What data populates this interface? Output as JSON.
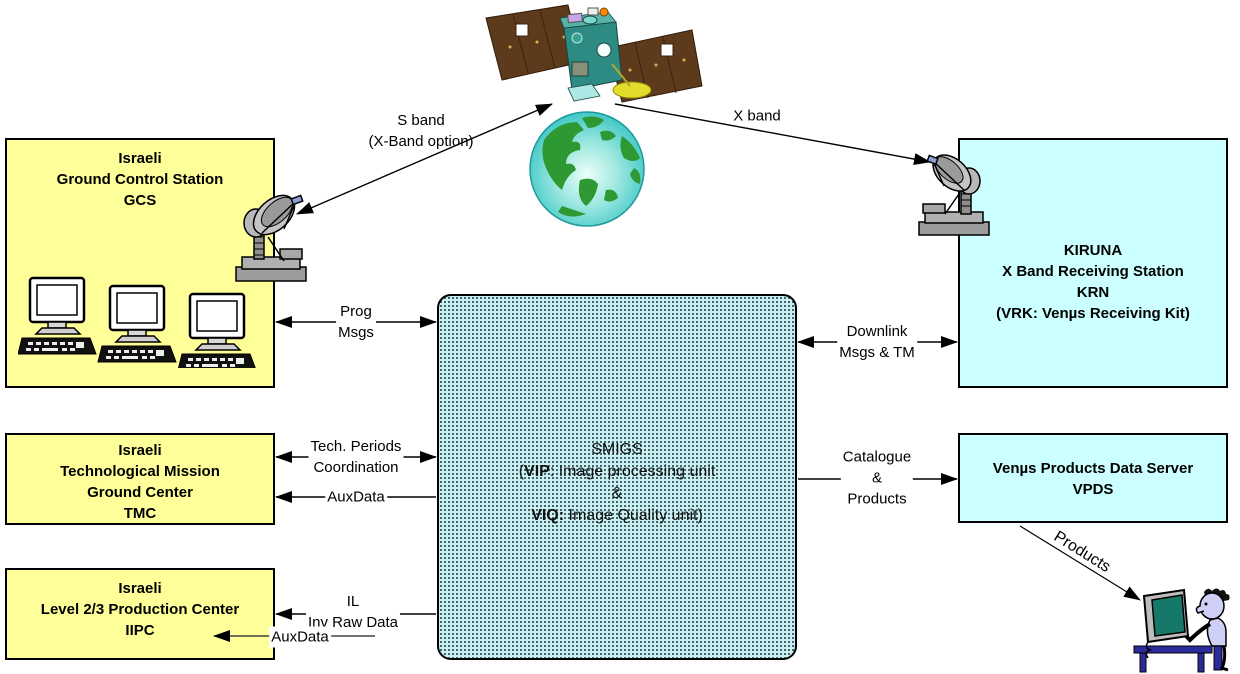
{
  "diagram_title": "Venµs ground segment data flow diagram",
  "boxes": {
    "gcs": {
      "lines": [
        "Israeli",
        "Ground Control Station",
        "GCS"
      ]
    },
    "tmc": {
      "lines": [
        "Israeli",
        "Technological Mission",
        "Ground Center",
        "TMC"
      ]
    },
    "iipc": {
      "lines": [
        "Israeli",
        "Level 2/3 Production Center",
        "IIPC"
      ]
    },
    "kiruna": {
      "lines": [
        "KIRUNA",
        "X Band Receiving Station",
        "KRN",
        "(VRK: Venµs Receiving Kit)"
      ]
    },
    "vpds": {
      "lines": [
        "Venµs Products Data Server",
        "VPDS"
      ]
    },
    "smigs": {
      "l1": "SMIGS",
      "l2a": "(",
      "l2b": "VIP",
      "l2c": ": Image processing unit",
      "l3": "&",
      "l4a": "VIQ:",
      "l4b": " Image Quality unit)"
    }
  },
  "labels": {
    "s_band": {
      "line1": "S band",
      "line2": "(X-Band option)"
    },
    "x_band": "X band",
    "prog": {
      "line1": "Prog",
      "line2": "Msgs"
    },
    "downlink": {
      "line1": "Downlink",
      "line2": "Msgs & TM"
    },
    "tech": {
      "line1": "Tech. Periods",
      "line2": "Coordination"
    },
    "auxdata_tmc": "AuxData",
    "catalogue": {
      "line1": "Catalogue",
      "line2": "&",
      "line3": "Products"
    },
    "il": {
      "line1": "IL",
      "line2": "Inv Raw Data"
    },
    "auxdata_iipc": "AuxData",
    "products": "Products"
  },
  "icons": {
    "satellite": "satellite-icon",
    "earth": "earth-globe-icon",
    "gcs_antenna": "dish-antenna-icon",
    "kiruna_antenna": "dish-antenna-icon",
    "workstations": "computer-workstations-icon",
    "end_user": "user-at-computer-icon"
  },
  "colors": {
    "yellow_box": "#FFFF99",
    "cyan_box": "#CCFFFF",
    "smigs_fill": "#CBF0F2",
    "line": "#000000",
    "earth_sea": "#33CCCC",
    "earth_land": "#2E9932",
    "panel_brown": "#6B4226",
    "body_teal": "#2E8B8B"
  }
}
